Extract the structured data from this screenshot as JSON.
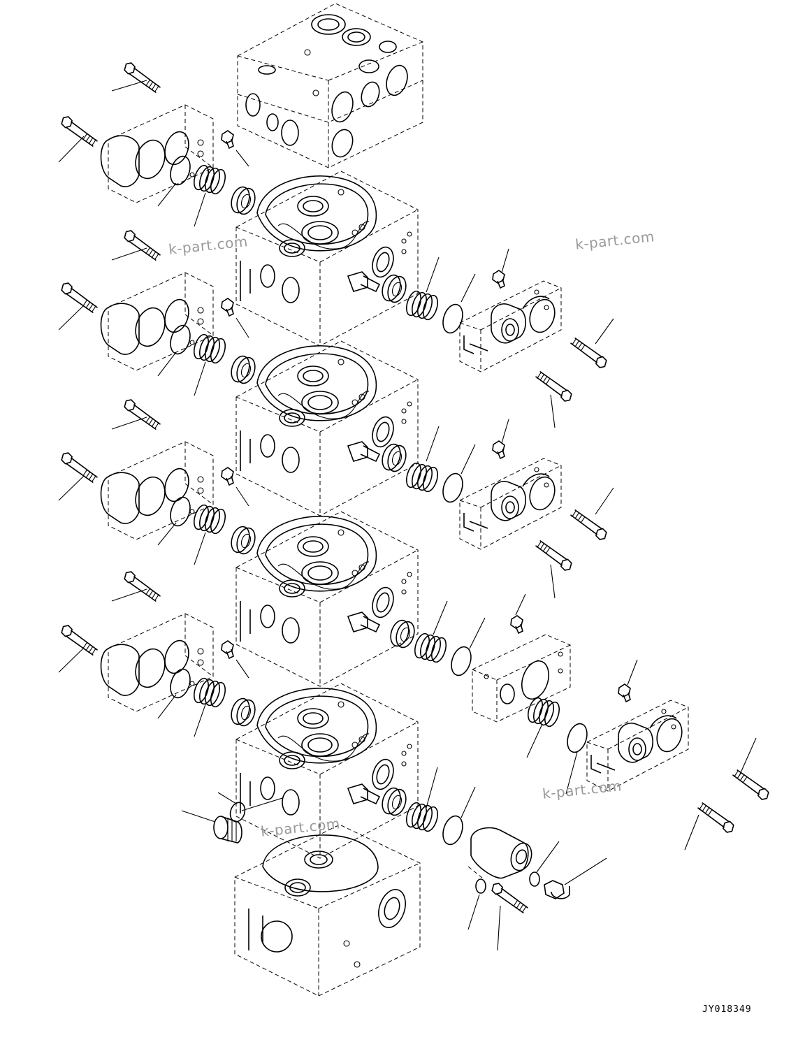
{
  "watermarks": [
    "k-part.com",
    "k-part.com",
    "k-part.com",
    "k-part.com"
  ],
  "drawing_code": "JY018349"
}
